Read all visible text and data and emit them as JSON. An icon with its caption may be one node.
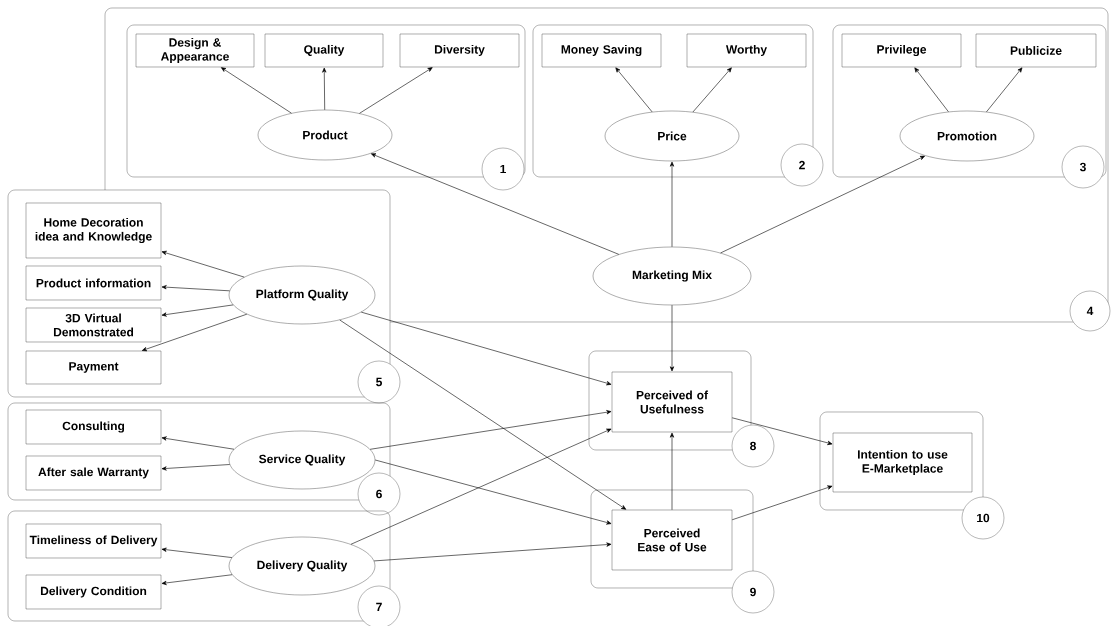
{
  "diagram": {
    "nodes": [
      {
        "text": [],
        "shape": "box"
      },
      {
        "text": [],
        "shape": "box",
        "in": 0
      },
      {
        "text": [
          "Design & Appearance"
        ],
        "in": 1
      },
      {
        "text": [
          "Quality"
        ],
        "in": 1
      },
      {
        "text": [
          "Diversity"
        ],
        "in": 1
      },
      {
        "text": [
          "Product"
        ],
        "in": 1
      },
      {
        "text": [
          "1"
        ],
        "in": 0
      },
      {
        "text": [],
        "shape": "box",
        "in": 0
      },
      {
        "text": [
          "Money Saving"
        ],
        "in": 7
      },
      {
        "text": [
          "Worthy"
        ],
        "in": 7
      },
      {
        "text": [
          "Price"
        ],
        "in": 7
      },
      {
        "text": [
          "2"
        ],
        "in": 0
      },
      {
        "text": [],
        "shape": "box",
        "in": 0
      },
      {
        "text": [
          "Privilege"
        ],
        "in": 12
      },
      {
        "text": [
          "Publicize"
        ],
        "in": 12
      },
      {
        "text": [
          "Promotion"
        ],
        "in": 12
      },
      {
        "text": [
          "3"
        ],
        "in": 0
      },
      {
        "text": [
          "Marketing Mix"
        ],
        "in": 0
      },
      {
        "text": [
          "4"
        ]
      },
      {
        "text": [],
        "shape": "box"
      },
      {
        "text": [
          "Home Decoration idea and Knowledge"
        ],
        "in": 19
      },
      {
        "text": [
          "Product information"
        ],
        "in": 19
      },
      {
        "text": [
          "3D Virtual Demonstrated"
        ],
        "in": 19
      },
      {
        "text": [
          "Payment"
        ],
        "in": 19
      },
      {
        "text": [
          "Platform Quality"
        ]
      },
      {
        "text": [
          "5"
        ]
      },
      {
        "text": [],
        "shape": "box"
      },
      {
        "text": [
          "Perceived of Usefulness"
        ],
        "in": 26
      },
      {
        "text": [
          "8"
        ]
      },
      {
        "text": [],
        "shape": "box"
      },
      {
        "text": [
          "Intention to use E-Marketplace"
        ],
        "in": 29
      },
      {
        "text": [
          "10"
        ]
      },
      {
        "text": [],
        "shape": "box"
      },
      {
        "text": [
          "Consulting"
        ],
        "in": 32
      },
      {
        "text": [
          "After sale Warranty"
        ],
        "in": 32
      },
      {
        "text": [
          "Service Quality"
        ],
        "in": 32
      },
      {
        "text": [
          "6"
        ]
      },
      {
        "text": [],
        "shape": "box"
      },
      {
        "text": [
          "Perceived Ease of Use"
        ],
        "in": 37
      },
      {
        "text": [
          "9"
        ]
      },
      {
        "text": [],
        "shape": "box"
      },
      {
        "text": [
          "Timeliness of Delivery"
        ],
        "in": 40
      },
      {
        "text": [
          "Delivery Condition"
        ],
        "in": 40
      },
      {
        "text": [
          "Delivery Quality"
        ],
        "in": 40
      },
      {
        "text": [
          "7"
        ]
      }
    ],
    "edges": [
      {
        "from": 5,
        "to": 2,
        "arrow": "to"
      },
      {
        "from": 5,
        "to": 3,
        "arrow": "to"
      },
      {
        "from": 5,
        "to": 4,
        "arrow": "to"
      },
      {
        "from": 10,
        "to": 8,
        "arrow": "to"
      },
      {
        "from": 10,
        "to": 9,
        "arrow": "to"
      },
      {
        "from": 15,
        "to": 13,
        "arrow": "to"
      },
      {
        "from": 15,
        "to": 14,
        "arrow": "to"
      },
      {
        "from": 17,
        "to": 5,
        "arrow": "to"
      },
      {
        "from": 17,
        "to": 10,
        "arrow": "to"
      },
      {
        "from": 17,
        "to": 15,
        "arrow": "to"
      },
      {
        "from": 17,
        "to": 27,
        "arrow": "to"
      },
      {
        "from": 24,
        "to": 20,
        "arrow": "to"
      },
      {
        "from": 24,
        "to": 21,
        "arrow": "to"
      },
      {
        "from": 24,
        "to": 22,
        "arrow": "to"
      },
      {
        "from": 24,
        "to": 23,
        "arrow": "to"
      },
      {
        "from": 24,
        "to": 27,
        "arrow": "to"
      },
      {
        "from": 24,
        "to": 38,
        "arrow": "to"
      },
      {
        "from": 35,
        "to": 33,
        "arrow": "to"
      },
      {
        "from": 35,
        "to": 34,
        "arrow": "to"
      },
      {
        "from": 35,
        "to": 27,
        "arrow": "to"
      },
      {
        "from": 35,
        "to": 38,
        "arrow": "to"
      },
      {
        "from": 43,
        "to": 41,
        "arrow": "to"
      },
      {
        "from": 43,
        "to": 42,
        "arrow": "to"
      },
      {
        "from": 43,
        "to": 27,
        "arrow": "to"
      },
      {
        "from": 43,
        "to": 38,
        "arrow": "to"
      },
      {
        "from": 38,
        "to": 27,
        "arrow": "to"
      },
      {
        "from": 27,
        "to": 30,
        "arrow": "to"
      },
      {
        "from": 38,
        "to": 30,
        "arrow": "to"
      }
    ]
  }
}
